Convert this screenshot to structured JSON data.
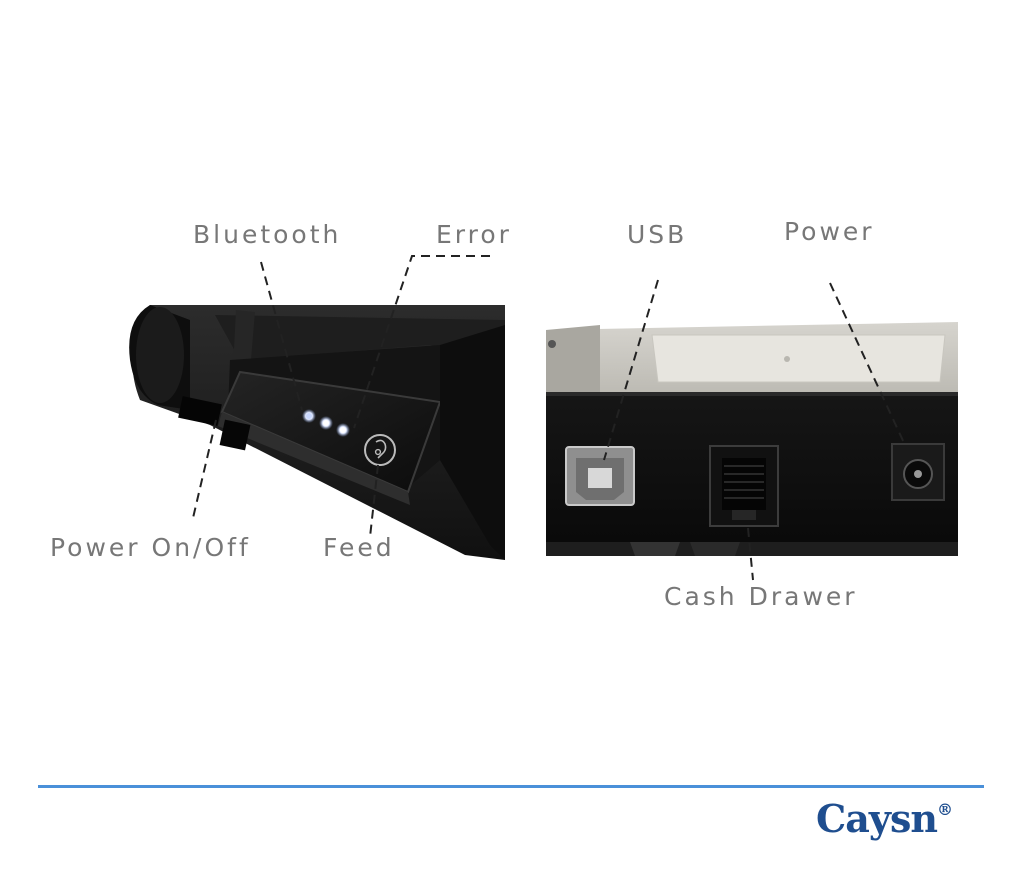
{
  "labels": {
    "bluetooth": "Bluetooth",
    "error": "Error",
    "usb": "USB",
    "power": "Power",
    "power_on_off": "Power On/Off",
    "feed": "Feed",
    "cash_drawer": "Cash Drawer"
  },
  "brand": {
    "name": "Caysn",
    "mark": "®"
  },
  "colors": {
    "label_text": "#777777",
    "divider": "#4a90d9",
    "brand": "#1f4e8f"
  }
}
